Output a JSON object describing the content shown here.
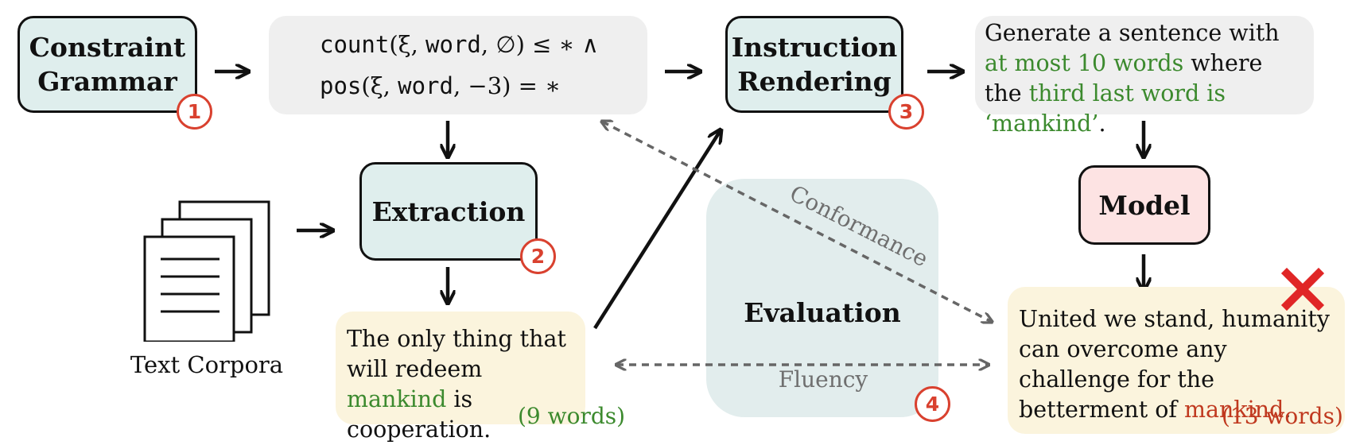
{
  "stages": {
    "grammar": {
      "line1": "Constraint",
      "line2": "Grammar",
      "badge": "1"
    },
    "extraction": {
      "label": "Extraction",
      "badge": "2"
    },
    "rendering": {
      "line1": "Instruction",
      "line2": "Rendering",
      "badge": "3"
    },
    "model": {
      "label": "Model"
    },
    "evaluation": {
      "label": "Evaluation",
      "badge": "4",
      "conformance": "Conformance",
      "fluency": "Fluency"
    }
  },
  "formula": {
    "line1_fn": "count",
    "line1_args": "(ξ, ",
    "line1_word": "word",
    "line1_rest": ", ∅) ≤ ∗ ∧",
    "line2_fn": "pos",
    "line2_args": "(ξ, ",
    "line2_word": "word",
    "line2_rest": ", −3) = ∗"
  },
  "corpora": {
    "label": "Text Corpora"
  },
  "instruction": {
    "part1": "Generate a sentence with ",
    "part2": "at most 10 words",
    "part3": " where the ",
    "part4": "third last word is ‘mankind’",
    "part5": "."
  },
  "extracted": {
    "text1": "The only thing that will redeem ",
    "keyword": "mankind",
    "text2": " is cooperation.",
    "count": "(9 words)"
  },
  "output": {
    "text1": "United we stand, humanity can overcome any challenge for the betterment of ",
    "keyword": "mankind",
    "text2": ".",
    "count": "(13 words)"
  },
  "colors": {
    "accent_red": "#d9412f",
    "green": "#3c8a2e",
    "teal_fill": "#dfeeed",
    "pink_fill": "#fde3e3",
    "cream_fill": "#fbf4dd"
  }
}
